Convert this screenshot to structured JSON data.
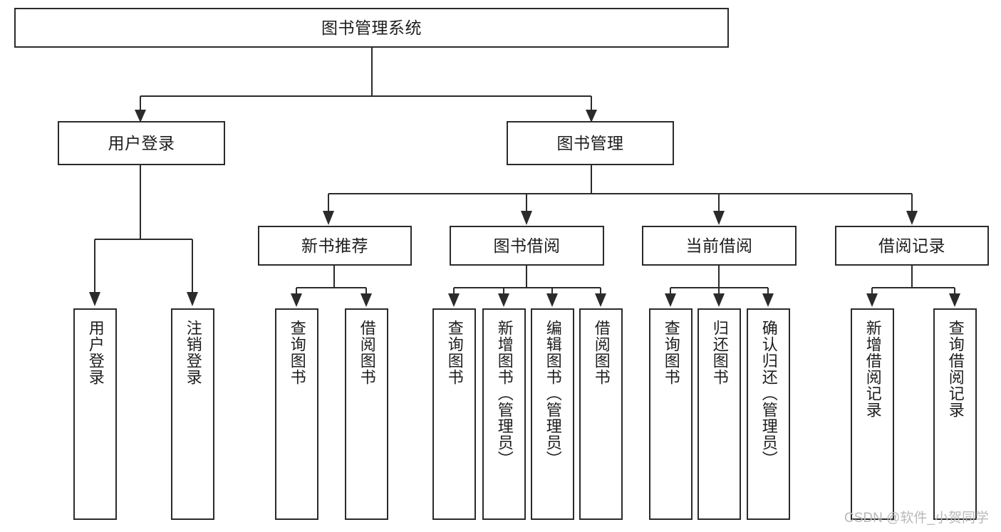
{
  "diagram": {
    "title": "图书管理系统",
    "type": "功能结构图",
    "line_color": "#2b2b2b",
    "box_fill": "#ffffff",
    "text_color": "#1d1d1d"
  },
  "root": {
    "label": "图书管理系统"
  },
  "level2": [
    {
      "label": "用户登录"
    },
    {
      "label": "图书管理"
    }
  ],
  "level3": [
    {
      "label": "新书推荐"
    },
    {
      "label": "图书借阅"
    },
    {
      "label": "当前借阅"
    },
    {
      "label": "借阅记录"
    }
  ],
  "leaves": {
    "user_login": [
      {
        "label": "用户登录"
      },
      {
        "label": "注销登录"
      }
    ],
    "new_book": [
      {
        "label": "查询图书"
      },
      {
        "label": "借阅图书"
      }
    ],
    "book_borrow": [
      {
        "label": "查询图书"
      },
      {
        "label": "新增图书（管理员）"
      },
      {
        "label": "编辑图书（管理员）"
      },
      {
        "label": "借阅图书"
      }
    ],
    "current_borrow": [
      {
        "label": "查询图书"
      },
      {
        "label": "归还图书"
      },
      {
        "label": "确认归还（管理员）"
      }
    ],
    "borrow_record": [
      {
        "label": "新增借阅记录"
      },
      {
        "label": "查询借阅记录"
      }
    ]
  },
  "watermark": {
    "text": "CSDN @软件_小贺同学"
  }
}
